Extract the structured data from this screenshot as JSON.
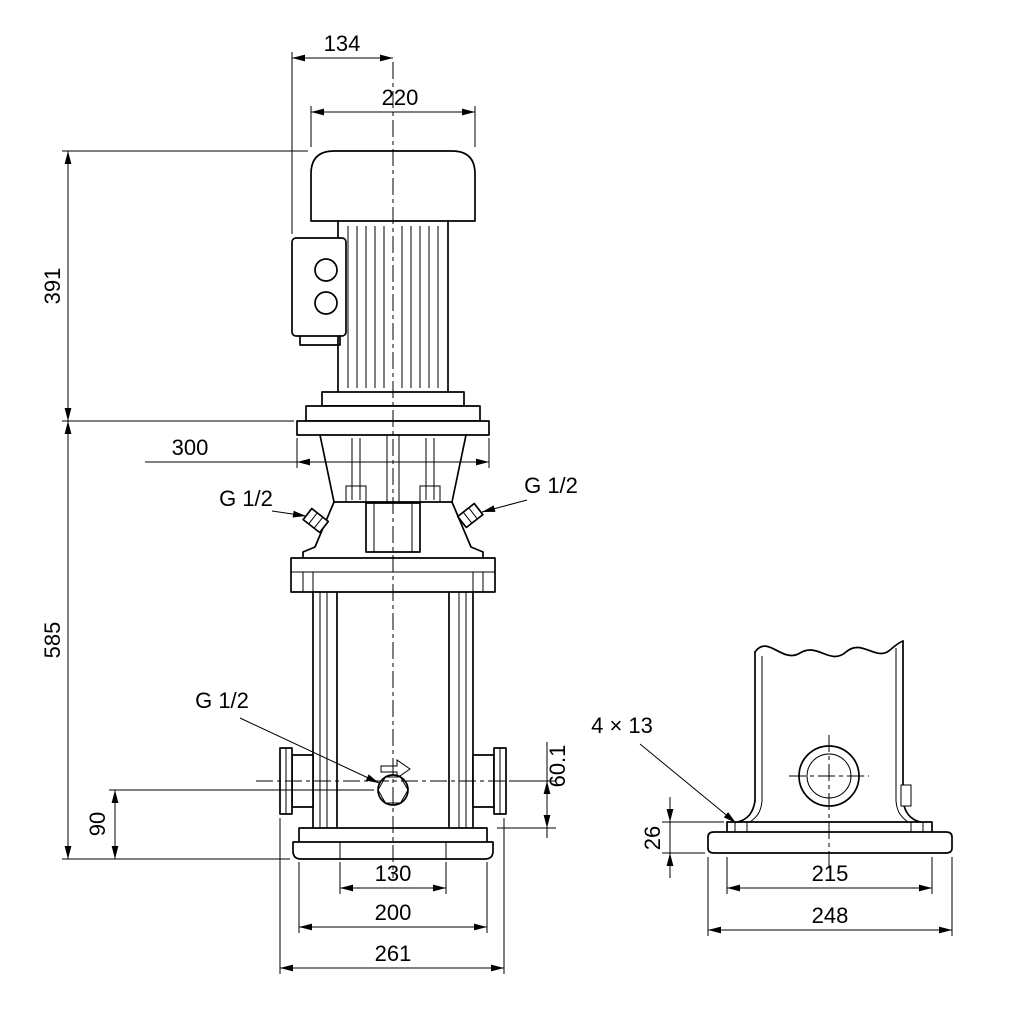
{
  "meta": {
    "background": "#ffffff",
    "line_color": "#000000"
  },
  "front_view": {
    "dims": {
      "top_width": "134",
      "motor_width": "220",
      "motor_height": "391",
      "flange_width": "300",
      "pump_height": "585",
      "drain_height": "90",
      "port_height": "60.1",
      "base_inner_width": "130",
      "base_mid_width": "200",
      "base_overall_width": "261"
    },
    "labels": {
      "plug_left": "G 1/2",
      "plug_right": "G 1/2",
      "drain_plug": "G 1/2"
    }
  },
  "side_view": {
    "dims": {
      "base_height": "26",
      "base_top_width": "215",
      "base_overall_width": "248"
    },
    "labels": {
      "bolt_holes": "4 × 13"
    }
  }
}
